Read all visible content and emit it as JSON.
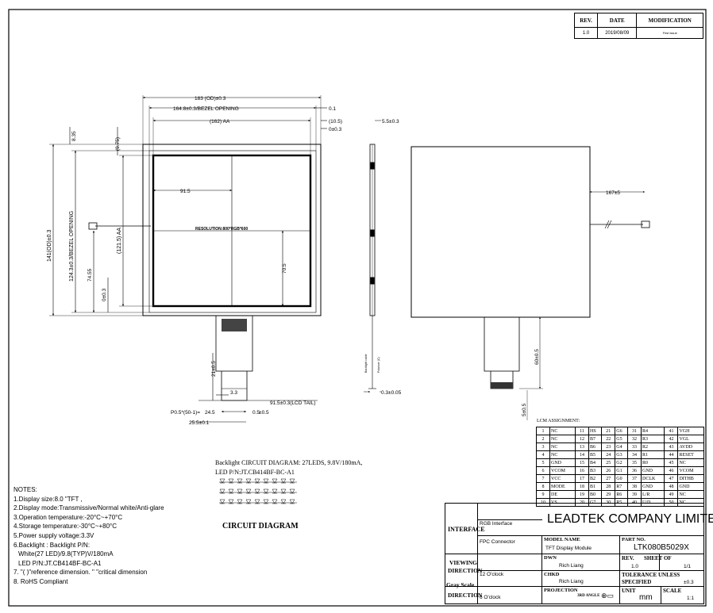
{
  "revision_table": {
    "headers": [
      "REV.",
      "DATE",
      "MODIFICATION"
    ],
    "rows": [
      [
        "1.0",
        "2019/08/09",
        "First issue"
      ]
    ]
  },
  "front_view": {
    "dim_od_width": "183 (OD)±0.3",
    "dim_bezel_width": "164.8±0.3/BEZEL OPENING",
    "dim_aa_width": "(162) AA",
    "dim_right_gap": "0.1",
    "dim_right_aa_gap": "(10.5)",
    "dim_right_small": "0±0.3",
    "dim_top": "8.35",
    "dim_top_aa": "(9.75)",
    "dim_od_height": "141(OD)±0.3",
    "dim_bezel_height": "124.3±0.3/BEZEL OPENING",
    "dim_aa_height": "(121.5) AA",
    "dim_left_center": "74.55",
    "dim_left_bottom": "0±0.3",
    "dim_center_x": "91.5",
    "dim_center_y": "70.5",
    "resolution": "RESOLUTION:800*RGB*600",
    "fpc_len": "21±0.5",
    "fpc_width_small": "3.3",
    "fpc_gap": "0.5",
    "lcd_tail": "91.5±0.3(LCD TAIL)",
    "pitch": "P0.5*(50-1)=",
    "pitch_value": "24.5",
    "pitch_tol": "±0.5",
    "fpc_total": "25.5±0.1"
  },
  "side_view": {
    "dim_thickness": "5.5±0.3",
    "dim_fpc": "0.3±0.05",
    "label_a": "Backlight cable",
    "label_b": "Polarizer (C)"
  },
  "back_view": {
    "dim_cable": "167±5",
    "dim_fpc": "60±0.5",
    "dim_bottom": "5±0.5"
  },
  "lcm_assignment": {
    "title": "LCM ASSIGNMENT:",
    "rows": [
      [
        [
          "1",
          "NC"
        ],
        [
          "11",
          "HS"
        ],
        [
          "21",
          "G6"
        ],
        [
          "31",
          "R4"
        ],
        [
          "41",
          "VGH"
        ]
      ],
      [
        [
          "2",
          "NC"
        ],
        [
          "12",
          "B7"
        ],
        [
          "22",
          "G5"
        ],
        [
          "32",
          "R3"
        ],
        [
          "42",
          "VGL"
        ]
      ],
      [
        [
          "3",
          "NC"
        ],
        [
          "13",
          "B6"
        ],
        [
          "23",
          "G4"
        ],
        [
          "33",
          "R2"
        ],
        [
          "43",
          "AVDD"
        ]
      ],
      [
        [
          "4",
          "NC"
        ],
        [
          "14",
          "B5"
        ],
        [
          "24",
          "G3"
        ],
        [
          "34",
          "R1"
        ],
        [
          "44",
          "RESET"
        ]
      ],
      [
        [
          "5",
          "GND"
        ],
        [
          "15",
          "B4"
        ],
        [
          "25",
          "G2"
        ],
        [
          "35",
          "R0"
        ],
        [
          "45",
          "NC"
        ]
      ],
      [
        [
          "6",
          "VCOM"
        ],
        [
          "16",
          "B3"
        ],
        [
          "26",
          "G1"
        ],
        [
          "36",
          "GND"
        ],
        [
          "46",
          "VCOM"
        ]
      ],
      [
        [
          "7",
          "VCC"
        ],
        [
          "17",
          "B2"
        ],
        [
          "27",
          "G0"
        ],
        [
          "37",
          "DCLK"
        ],
        [
          "47",
          "DITHB"
        ]
      ],
      [
        [
          "8",
          "MODE"
        ],
        [
          "18",
          "B1"
        ],
        [
          "28",
          "R7"
        ],
        [
          "38",
          "GND"
        ],
        [
          "48",
          "GND"
        ]
      ],
      [
        [
          "9",
          "DE"
        ],
        [
          "19",
          "B0"
        ],
        [
          "29",
          "R6"
        ],
        [
          "39",
          "L/R"
        ],
        [
          "49",
          "NC"
        ]
      ],
      [
        [
          "10",
          "VS"
        ],
        [
          "20",
          "G7"
        ],
        [
          "30",
          "R5"
        ],
        [
          "40",
          "U/D"
        ],
        [
          "50",
          "NC"
        ]
      ]
    ]
  },
  "circuit": {
    "caption_line1": "Backlight CIRCUIT DIAGRAM: 27LEDS, 9.8V/180mA,",
    "caption_line2": "LED P/N:JT.CB414BF-BC-A1",
    "title": "CIRCUIT DIAGRAM",
    "led_rows": 3,
    "led_cols": 9
  },
  "notes": {
    "heading": "NOTES:",
    "lines": [
      "1.Display size:8.0 \"TFT ,",
      "2.Display mode:Transmissive/Normal white/Anti-glare",
      "3.Operation temperature:-20°C~+70°C",
      "4.Storage temperature:-30°C~+80°C",
      "5.Power supply voltage:3.3V",
      "6.Backlight : Backlight P/N:",
      "  White(27 LED)/9.8(TYP)V/180mA",
      "  LED P/N:JT.CB414BF-BC-A1",
      "7. \"( )\"reference dimension. \"   \"critical dimension",
      "8. RoHS Compliant"
    ]
  },
  "title_block": {
    "interface_label": "INTERFACE",
    "interface_value1": "RGB Interface",
    "interface_value2": "FPC Connector",
    "company": "LEADTEK COMPANY LIMITED",
    "model_name_label": "MODEL NAME",
    "model_name_value": "TFT Display Module",
    "part_no_label": "PART NO.",
    "part_no_value": "LTK080B5029X",
    "dwn_label": "DWN",
    "dwn_value": "Rich Liang",
    "rev_label": "REV.",
    "rev_value": "1.0",
    "sheet_label": "SHEET OF",
    "sheet_value": "1/1",
    "viewing_label1": "VIEWING",
    "viewing_label2": "DIRECTION",
    "viewing_value": "12 O'clock",
    "chkd_label": "CHKD",
    "chkd_value": "Rich Liang",
    "tolerance_label1": "TOLERANCE UNLESS",
    "tolerance_label2": "SPECIFIED",
    "tolerance_value": "±0.3",
    "gray_label1": "Gray Scale",
    "gray_label2": "DIRECTION",
    "gray_value": "6 O'clock",
    "projection_label": "PROJECTION",
    "projection_value": "3RD ANGLE",
    "unit_label": "UNIT",
    "unit_value": "mm",
    "scale_label": "SCALE",
    "scale_value": "1:1"
  }
}
